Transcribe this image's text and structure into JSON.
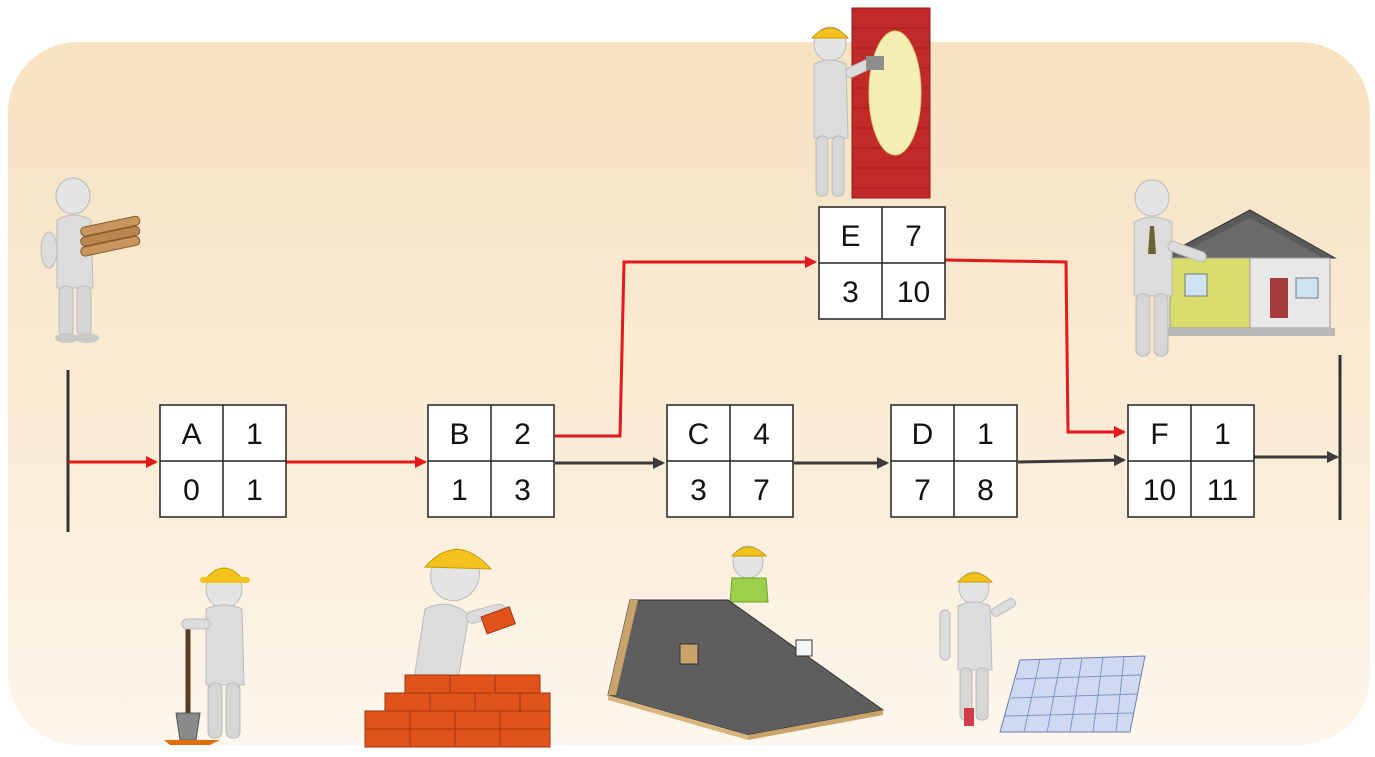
{
  "nodes": [
    {
      "id": "A",
      "duration": "1",
      "start": "0",
      "finish": "1"
    },
    {
      "id": "B",
      "duration": "2",
      "start": "1",
      "finish": "3"
    },
    {
      "id": "C",
      "duration": "4",
      "start": "3",
      "finish": "7"
    },
    {
      "id": "D",
      "duration": "1",
      "start": "7",
      "finish": "8"
    },
    {
      "id": "E",
      "duration": "7",
      "start": "3",
      "finish": "10"
    },
    {
      "id": "F",
      "duration": "1",
      "start": "10",
      "finish": "11"
    }
  ],
  "colors": {
    "critical": "#e3191c",
    "normal": "#3a3a3a",
    "background_top": "#f7e2c1",
    "background_bottom": "#fdf6ec"
  },
  "illustrations": [
    "worker-carrying-pipes-icon",
    "worker-plastering-wall-icon",
    "worker-presenting-house-icon",
    "worker-digging-shovel-icon",
    "worker-laying-bricks-icon",
    "worker-building-roof-icon",
    "worker-installing-solar-panel-icon"
  ]
}
